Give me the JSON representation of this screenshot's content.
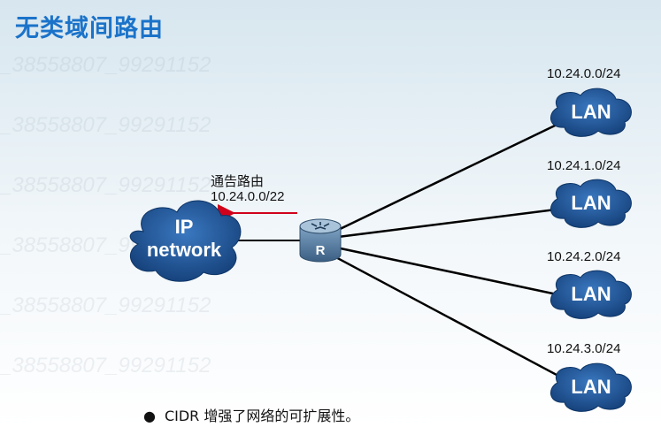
{
  "title": "无类域间路由",
  "watermark_text": "_38558807_99291152",
  "network_cloud": {
    "line1": "IP",
    "line2": "network"
  },
  "router_label": "R",
  "advertise": {
    "line1": "通告路由",
    "line2": "10.24.0.0/22"
  },
  "lans": [
    {
      "subnet": "10.24.0.0/24",
      "label": "LAN"
    },
    {
      "subnet": "10.24.1.0/24",
      "label": "LAN"
    },
    {
      "subnet": "10.24.2.0/24",
      "label": "LAN"
    },
    {
      "subnet": "10.24.3.0/24",
      "label": "LAN"
    }
  ],
  "bullet": "CIDR 增强了网络的可扩展性。",
  "colors": {
    "title": "#1b73c9",
    "cloud": "#1a4f91",
    "arrow": "#d0021b",
    "router": "#4a6f92"
  }
}
